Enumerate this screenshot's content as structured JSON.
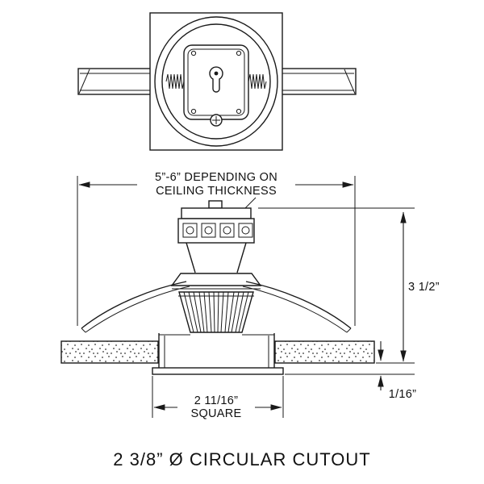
{
  "top_dim": {
    "line1": "5”-6” DEPENDING ON",
    "line2": "CEILING THICKNESS"
  },
  "right_dim": {
    "label": "3 1/2”"
  },
  "flange_dim": {
    "label": "1/16”"
  },
  "square_dim": {
    "line1": "2 11/16”",
    "line2": "SQUARE"
  },
  "caption": {
    "label": "2 3/8” Ø CIRCULAR CUTOUT"
  },
  "colors": {
    "line": "#1a1a1a",
    "background": "#ffffff"
  }
}
